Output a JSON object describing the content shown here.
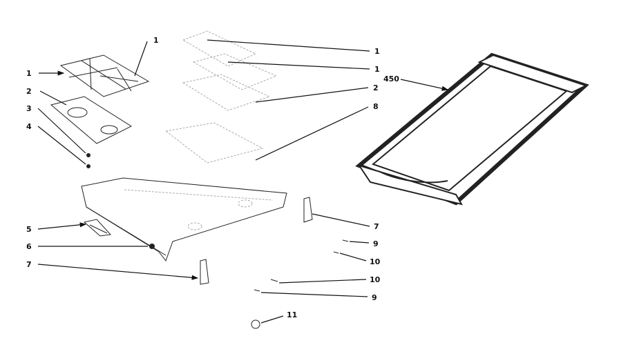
{
  "diagram": {
    "colors": {
      "ink": "#111111",
      "faint": "#aaaaaa",
      "frame_dark": "#222222"
    },
    "labels": {
      "l1a": "1",
      "l2": "2",
      "l3": "3",
      "l4": "4",
      "l5": "5",
      "l6": "6",
      "l7a": "7",
      "r1a": "1",
      "r1b": "1",
      "r2": "2",
      "r8": "8",
      "r7": "7",
      "r9a": "9",
      "r10a": "10",
      "r10b": "10",
      "r9b": "9",
      "r11": "11",
      "r_1_top": "1",
      "r_450": "450"
    }
  }
}
